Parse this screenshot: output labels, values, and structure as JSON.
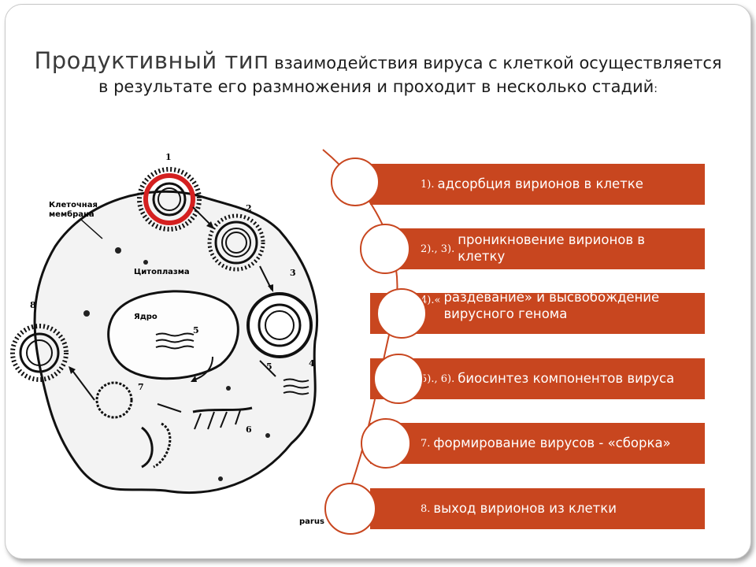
{
  "title": {
    "big": "Продуктивный тип",
    "rest": " взаимодействия вируса с клеткой осуществляется в результате его размножения и проходит в несколько стадий",
    "colon": ":"
  },
  "diagram": {
    "labels": {
      "membrane_line1": "Клеточная",
      "membrane_line2": "мембрана",
      "cytoplasm": "Цитоплазма",
      "nucleus": "Ядро"
    },
    "numbers": {
      "n1": "1",
      "n2": "2",
      "n3": "3",
      "n4": "4",
      "n5a": "5",
      "n5b": "5",
      "n6": "6",
      "n7": "7",
      "n8": "8"
    }
  },
  "stages": [
    {
      "num": "1).",
      "text": "адсорбция вирионов в клетке"
    },
    {
      "num": "2)., 3).",
      "text": "проникновение вирионов в клетку"
    },
    {
      "num": "4).«",
      "text": "раздевание» и высвобождение вирусного генома"
    },
    {
      "num": "5)., 6).",
      "text": "биосинтез компонентов вируса"
    },
    {
      "num": "7.",
      "text": "формирование вирусов - «сборка»"
    },
    {
      "num": "8.",
      "text": "выход вирионов из клетки"
    }
  ],
  "watermark": "parus",
  "colors": {
    "accent": "#c8461f",
    "virion_highlight": "#d42020"
  }
}
